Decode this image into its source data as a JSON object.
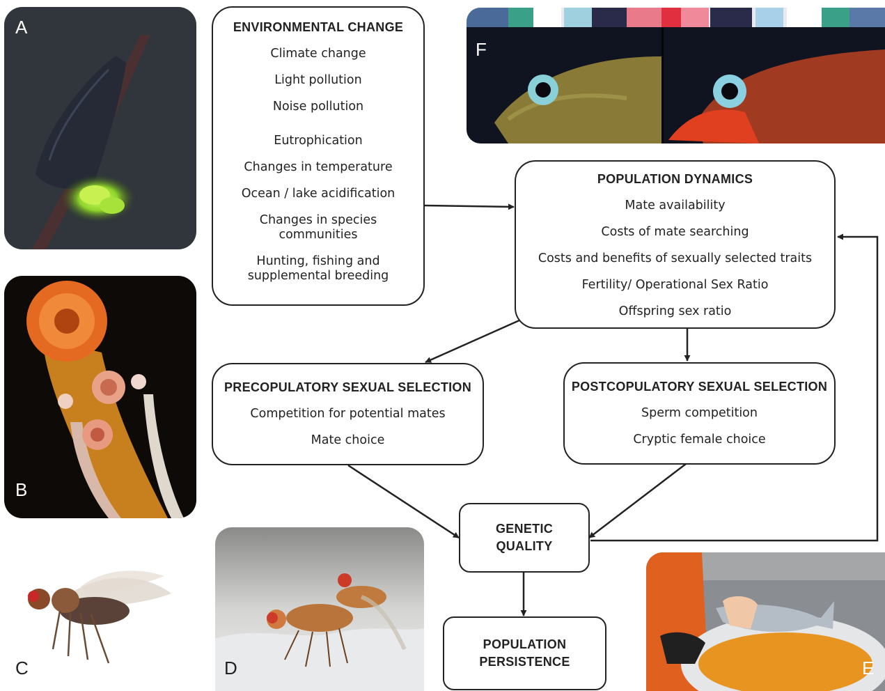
{
  "panels": {
    "a": "A",
    "b": "B",
    "c": "C",
    "d": "D",
    "e": "E",
    "f": "F"
  },
  "environmental_change": {
    "title": "ENVIRONMENTAL CHANGE",
    "items": [
      "Climate change",
      "Light pollution",
      "Noise pollution",
      "Eutrophication",
      "Changes in temperature",
      "Ocean / lake acidification",
      "Changes in species communities",
      "Hunting, fishing and supplemental breeding"
    ]
  },
  "population_dynamics": {
    "title": "POPULATION DYNAMICS",
    "items": [
      "Mate availability",
      "Costs of mate searching",
      "Costs and benefits of sexually selected traits",
      "Fertility/ Operational Sex Ratio",
      "Offspring sex ratio"
    ]
  },
  "precopulatory": {
    "title": "PRECOPULATORY SEXUAL SELECTION",
    "items": [
      "Competition for potential mates",
      "Mate choice"
    ]
  },
  "postcopulatory": {
    "title": "POSTCOPULATORY SEXUAL SELECTION",
    "items": [
      "Sperm competition",
      "Cryptic female choice"
    ]
  },
  "genetic_quality": {
    "line1": "GENETIC",
    "line2": "QUALITY"
  },
  "population_persistence": {
    "line1": "POPULATION",
    "line2": "PERSISTENCE"
  }
}
